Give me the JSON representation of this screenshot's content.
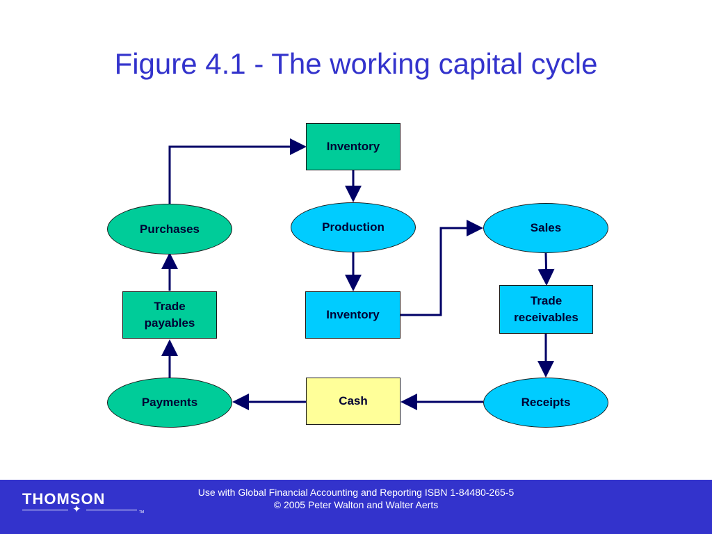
{
  "title": "Figure 4.1 - The working capital cycle",
  "nodes": {
    "inventory_top": "Inventory",
    "production": "Production",
    "inventory_mid": "Inventory",
    "purchases": "Purchases",
    "trade_payables": "Trade\npayables",
    "payments": "Payments",
    "cash": "Cash",
    "sales": "Sales",
    "trade_receivables": "Trade\nreceivables",
    "receipts": "Receipts"
  },
  "colors": {
    "title": "#3333cc",
    "green": "#00cc99",
    "blue": "#00ccff",
    "yellow": "#ffff99",
    "arrow": "#000066",
    "footer": "#3333cc"
  },
  "footer": {
    "logo": "THOMSON",
    "trademark": "TM",
    "line1": "Use with Global Financial Accounting and Reporting ISBN 1-84480-265-5",
    "line2": "© 2005 Peter Walton and Walter Aerts"
  }
}
